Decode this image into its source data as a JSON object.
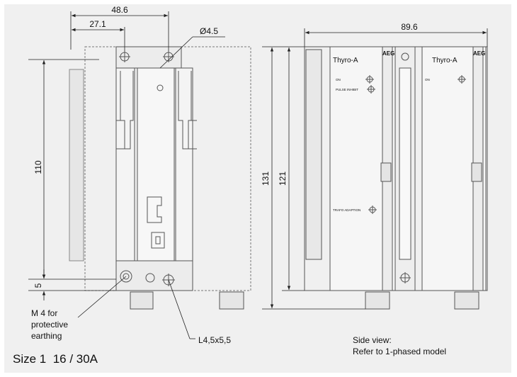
{
  "dimensions": {
    "d_48_6": "48.6",
    "d_27_1": "27.1",
    "d_hole": "Ø4.5",
    "d_89_6": "89.6",
    "d_110": "110",
    "d_5": "5",
    "d_131": "131",
    "d_121": "121"
  },
  "annotations": {
    "earthing_line1": "M 4 for",
    "earthing_line2": "protective",
    "earthing_line3": "earthing",
    "slot": "L4,5x5,5",
    "side_view_line1": "Side view:",
    "side_view_line2": "Refer to 1-phased model"
  },
  "size_label": "Size 1  16 / 30A",
  "modules": {
    "left": {
      "name": "Thyro-A",
      "brand": "AEG",
      "on": "ON",
      "pulse": "PULSE INHIBIT",
      "trafo": "TRAFO ADAPTION"
    },
    "right": {
      "name": "Thyro-A",
      "brand": "AEG",
      "on": "ON"
    }
  }
}
